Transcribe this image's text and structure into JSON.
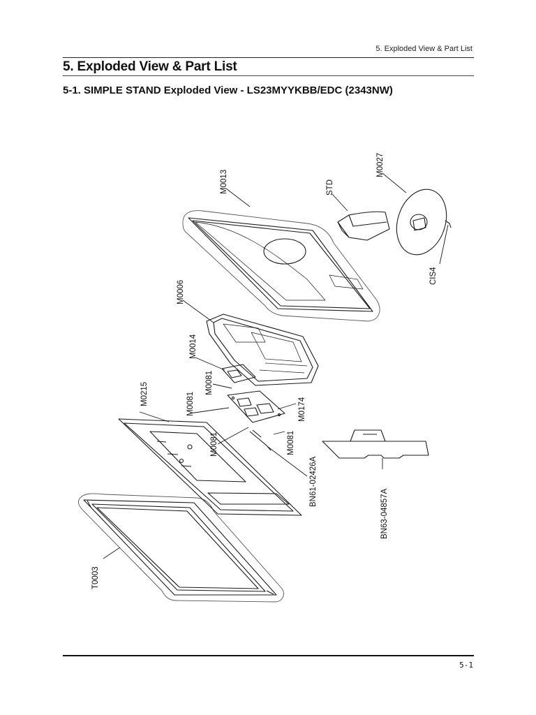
{
  "header": {
    "running_title": "5. Exploded View & Part List"
  },
  "section_title": "5. Exploded View & Part List",
  "subsection_title": "5-1. SIMPLE STAND Exploded View - LS23MYYKBB/EDC (2343NW)",
  "callouts": {
    "m0013": "M0013",
    "std": "STD",
    "m0027": "M0027",
    "cis4": "CIS4",
    "m0006": "M0006",
    "m0014": "M0014",
    "m0081_a": "M0081",
    "m0215": "M0215",
    "m0081_b": "M0081",
    "m0174": "M0174",
    "m0081_c": "M0081",
    "m0081_d": "M0081",
    "bn61": "BN61-02426A",
    "bn63": "BN63-04857A",
    "t0003": "T0003"
  },
  "footer": {
    "page_number": "5-1"
  }
}
